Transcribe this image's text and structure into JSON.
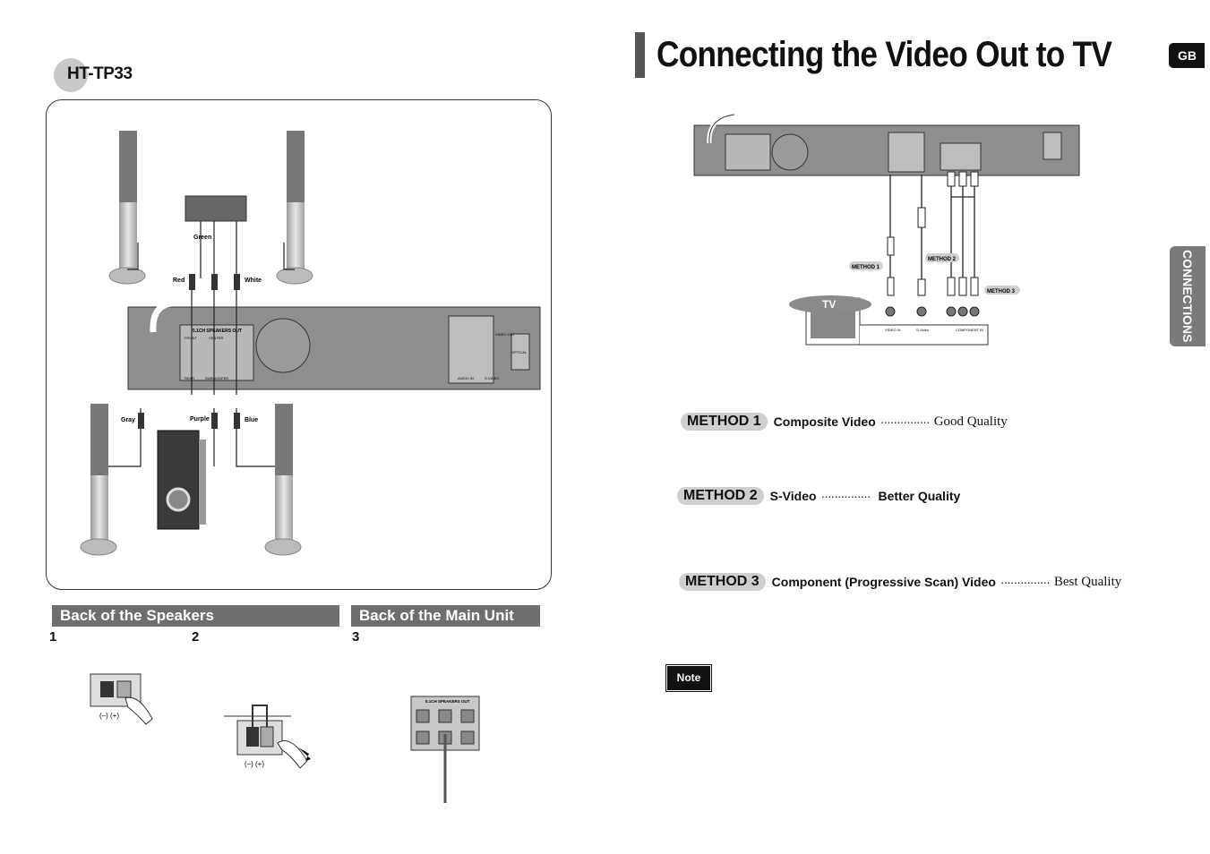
{
  "left_page": {
    "model": "HT-TP33",
    "wire_labels": {
      "green": "Green",
      "red": "Red",
      "white": "White",
      "gray": "Gray",
      "purple": "Purple",
      "blue": "Blue"
    },
    "unit_labels": {
      "speakers_out": "5.1CH SPEAKERS OUT",
      "front": "FRONT",
      "center": "CENTER",
      "rear": "REAR",
      "subwoofer": "SUBWOOFER",
      "video_out": "VIDEO OUT",
      "optical": "OPTICAL",
      "s_video": "S-VIDEO",
      "audio_in": "AUDIO IN"
    },
    "section_speakers": "Back of the Speakers",
    "section_main_unit": "Back of the Main Unit",
    "steps": [
      "1",
      "2",
      "3"
    ],
    "polarity": "(–) (+)"
  },
  "right_page": {
    "title": "Connecting the Video Out to TV",
    "lang_tab": "GB",
    "side_tab": "CONNECTIONS",
    "diagram": {
      "method1": "METHOD 1",
      "method2": "METHOD 2",
      "method3": "METHOD 3",
      "tv": "TV",
      "video_in": "VIDEO IN",
      "s_video": "S-Video",
      "component_in": "COMPONENT IN"
    },
    "methods": [
      {
        "label": "METHOD 1",
        "name": "Composite Video",
        "dots": "···············",
        "quality": "Good Quality"
      },
      {
        "label": "METHOD 2",
        "name": "S-Video",
        "dots": "···············",
        "quality": "Better Quality"
      },
      {
        "label": "METHOD 3",
        "name": "Component (Progressive Scan) Video",
        "dots": "···············",
        "quality": "Best Quality"
      }
    ],
    "note": "Note"
  }
}
